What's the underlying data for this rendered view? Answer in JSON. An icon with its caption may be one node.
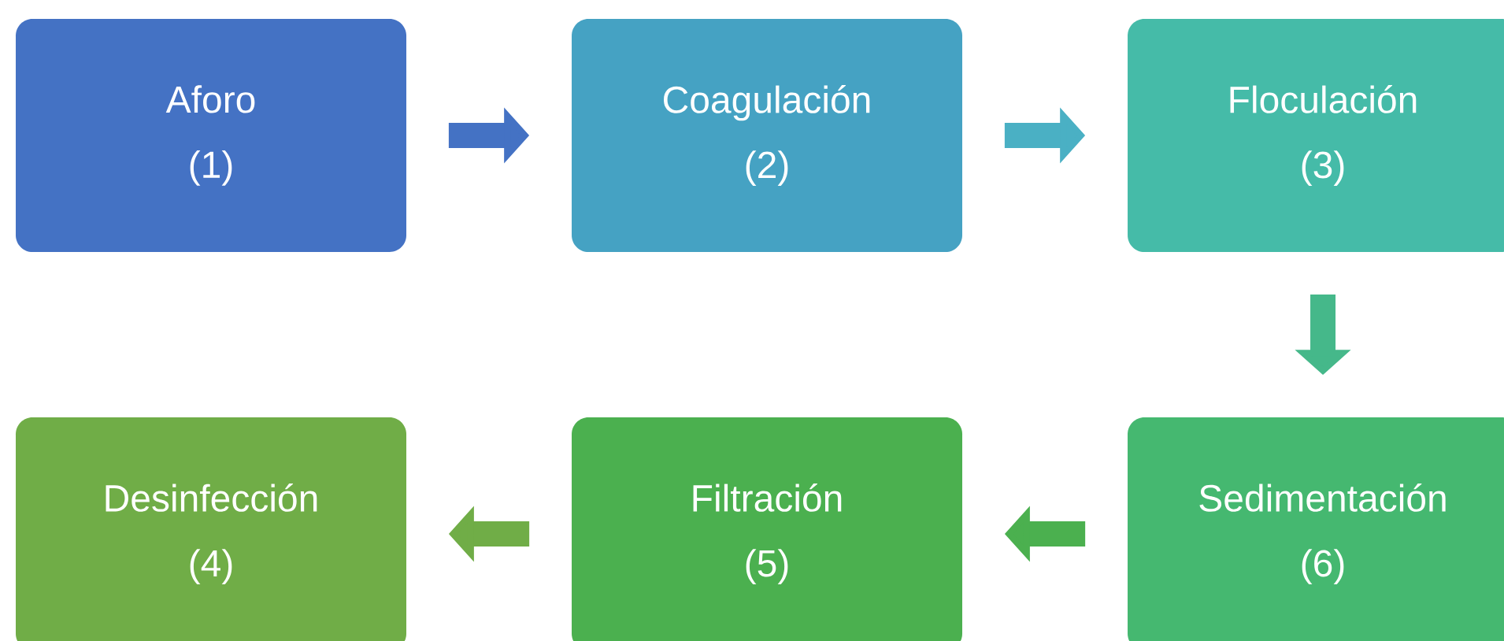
{
  "diagram": {
    "nodes": [
      {
        "text": [
          "Aforo",
          "(1)"
        ]
      },
      {
        "text": [
          "Coagulación",
          "(2)"
        ]
      },
      {
        "text": [
          "Floculación",
          "(3)"
        ]
      },
      {
        "text": [
          "Desinfección",
          "(4)"
        ]
      },
      {
        "text": [
          "Filtración",
          "(5)"
        ]
      },
      {
        "text": [
          "Sedimentación",
          "(6)"
        ]
      }
    ],
    "edges": [
      {
        "from": 0,
        "to": 1,
        "arrow": "to",
        "color": "#4472c4"
      },
      {
        "from": 1,
        "to": 2,
        "arrow": "to",
        "color": "#4ab0c4"
      },
      {
        "from": 2,
        "to": 5,
        "arrow": "to",
        "color": "#45b88a"
      },
      {
        "from": 5,
        "to": 4,
        "arrow": "to",
        "color": "#4bb04f"
      },
      {
        "from": 4,
        "to": 3,
        "arrow": "to",
        "color": "#70ad47"
      }
    ]
  }
}
